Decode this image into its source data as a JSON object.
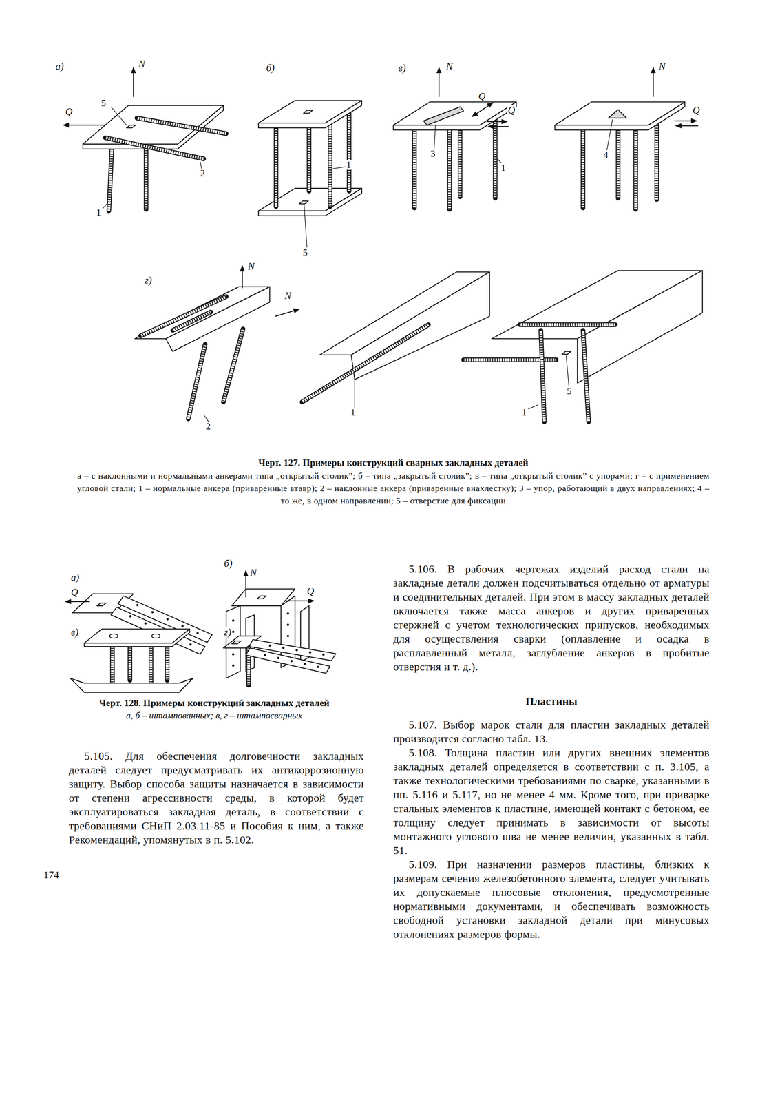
{
  "diagram": {
    "labels": [
      "а)",
      "N",
      "Q",
      "5",
      "2",
      "1",
      "б)",
      "1",
      "5",
      "в)",
      "N",
      "Q",
      "Q",
      "3",
      "1",
      "N",
      "Q",
      "4",
      "г)",
      "N",
      "N",
      "2",
      "1",
      "1",
      "5",
      "Черт. 127. Примеры конструкций сварных закладных деталей",
      "а – с наклонными и нормальными анкерами типа „открытый столик”; б – типа „закрытый столик”; в – типа „открытый столик” с упорами; г – с применением угловой стали; 1 – нормальные анкера (приваренные втавр); 2 – наклонные анкера (приваренные внахлестку); 3 – упор, работающий в двух направлениях; 4 – то же, в одном направлении; 5 – отверстие для фиксации",
      "а)",
      "Q",
      "б)",
      "N",
      "Q",
      "в)",
      "г)",
      "Черт. 128. Примеры конструкций закладных деталей",
      "а, б – штампованных; в, г – штампосварных",
      "5.105. Для обеспечения долговечности закладных деталей следует предусматривать их антикоррозионную защиту. Выбор способа защиты назначается в зависимости от степени агрессивности среды, в которой будет эксплуатироваться закладная деталь, в соответствии с требованиями СНиП 2.03.11-85 и Пособия к ним, а также Рекомендаций, упомянутых в п. 5.102.",
      "174",
      "5.106. В рабочих чертежах изделий расход стали на закладные детали должен подсчитываться отдельно от арматуры и соединительных деталей. При этом в массу закладных деталей включается также масса анкеров и других приваренных стержней с учетом технологических припусков, необходимых для осуществления сварки (оплавление и осадка в расплавленный металл, заглубление анкеров в пробитые отверстия и т. д.).",
      "Пластины",
      "5.107. Выбор марок стали для пластин закладных деталей производится согласно табл. 13.",
      "5.108. Толщина пластин или других внешних элементов закладных деталей определяется в соответствии с п. 3.105, а также технологическими требованиями по сварке, указанными в пп. 5.116 и 5.117, но не менее 4 мм. Кроме того, при приварке стальных элементов к пластине, имеющей контакт с бетоном, ее толщину следует принимать в зависимости от высоты монтажного углового шва не менее величин, указанных в табл. 51.",
      "5.109. При назначении размеров пластины, близких к размерам сечения железобетонного элемента, следует учитывать их допускаемые плюсовые отклонения, предусмотренные нормативными документами, и обеспечивать возможность свободной установки закладной детали при минусовых отклонениях размеров формы."
    ]
  }
}
